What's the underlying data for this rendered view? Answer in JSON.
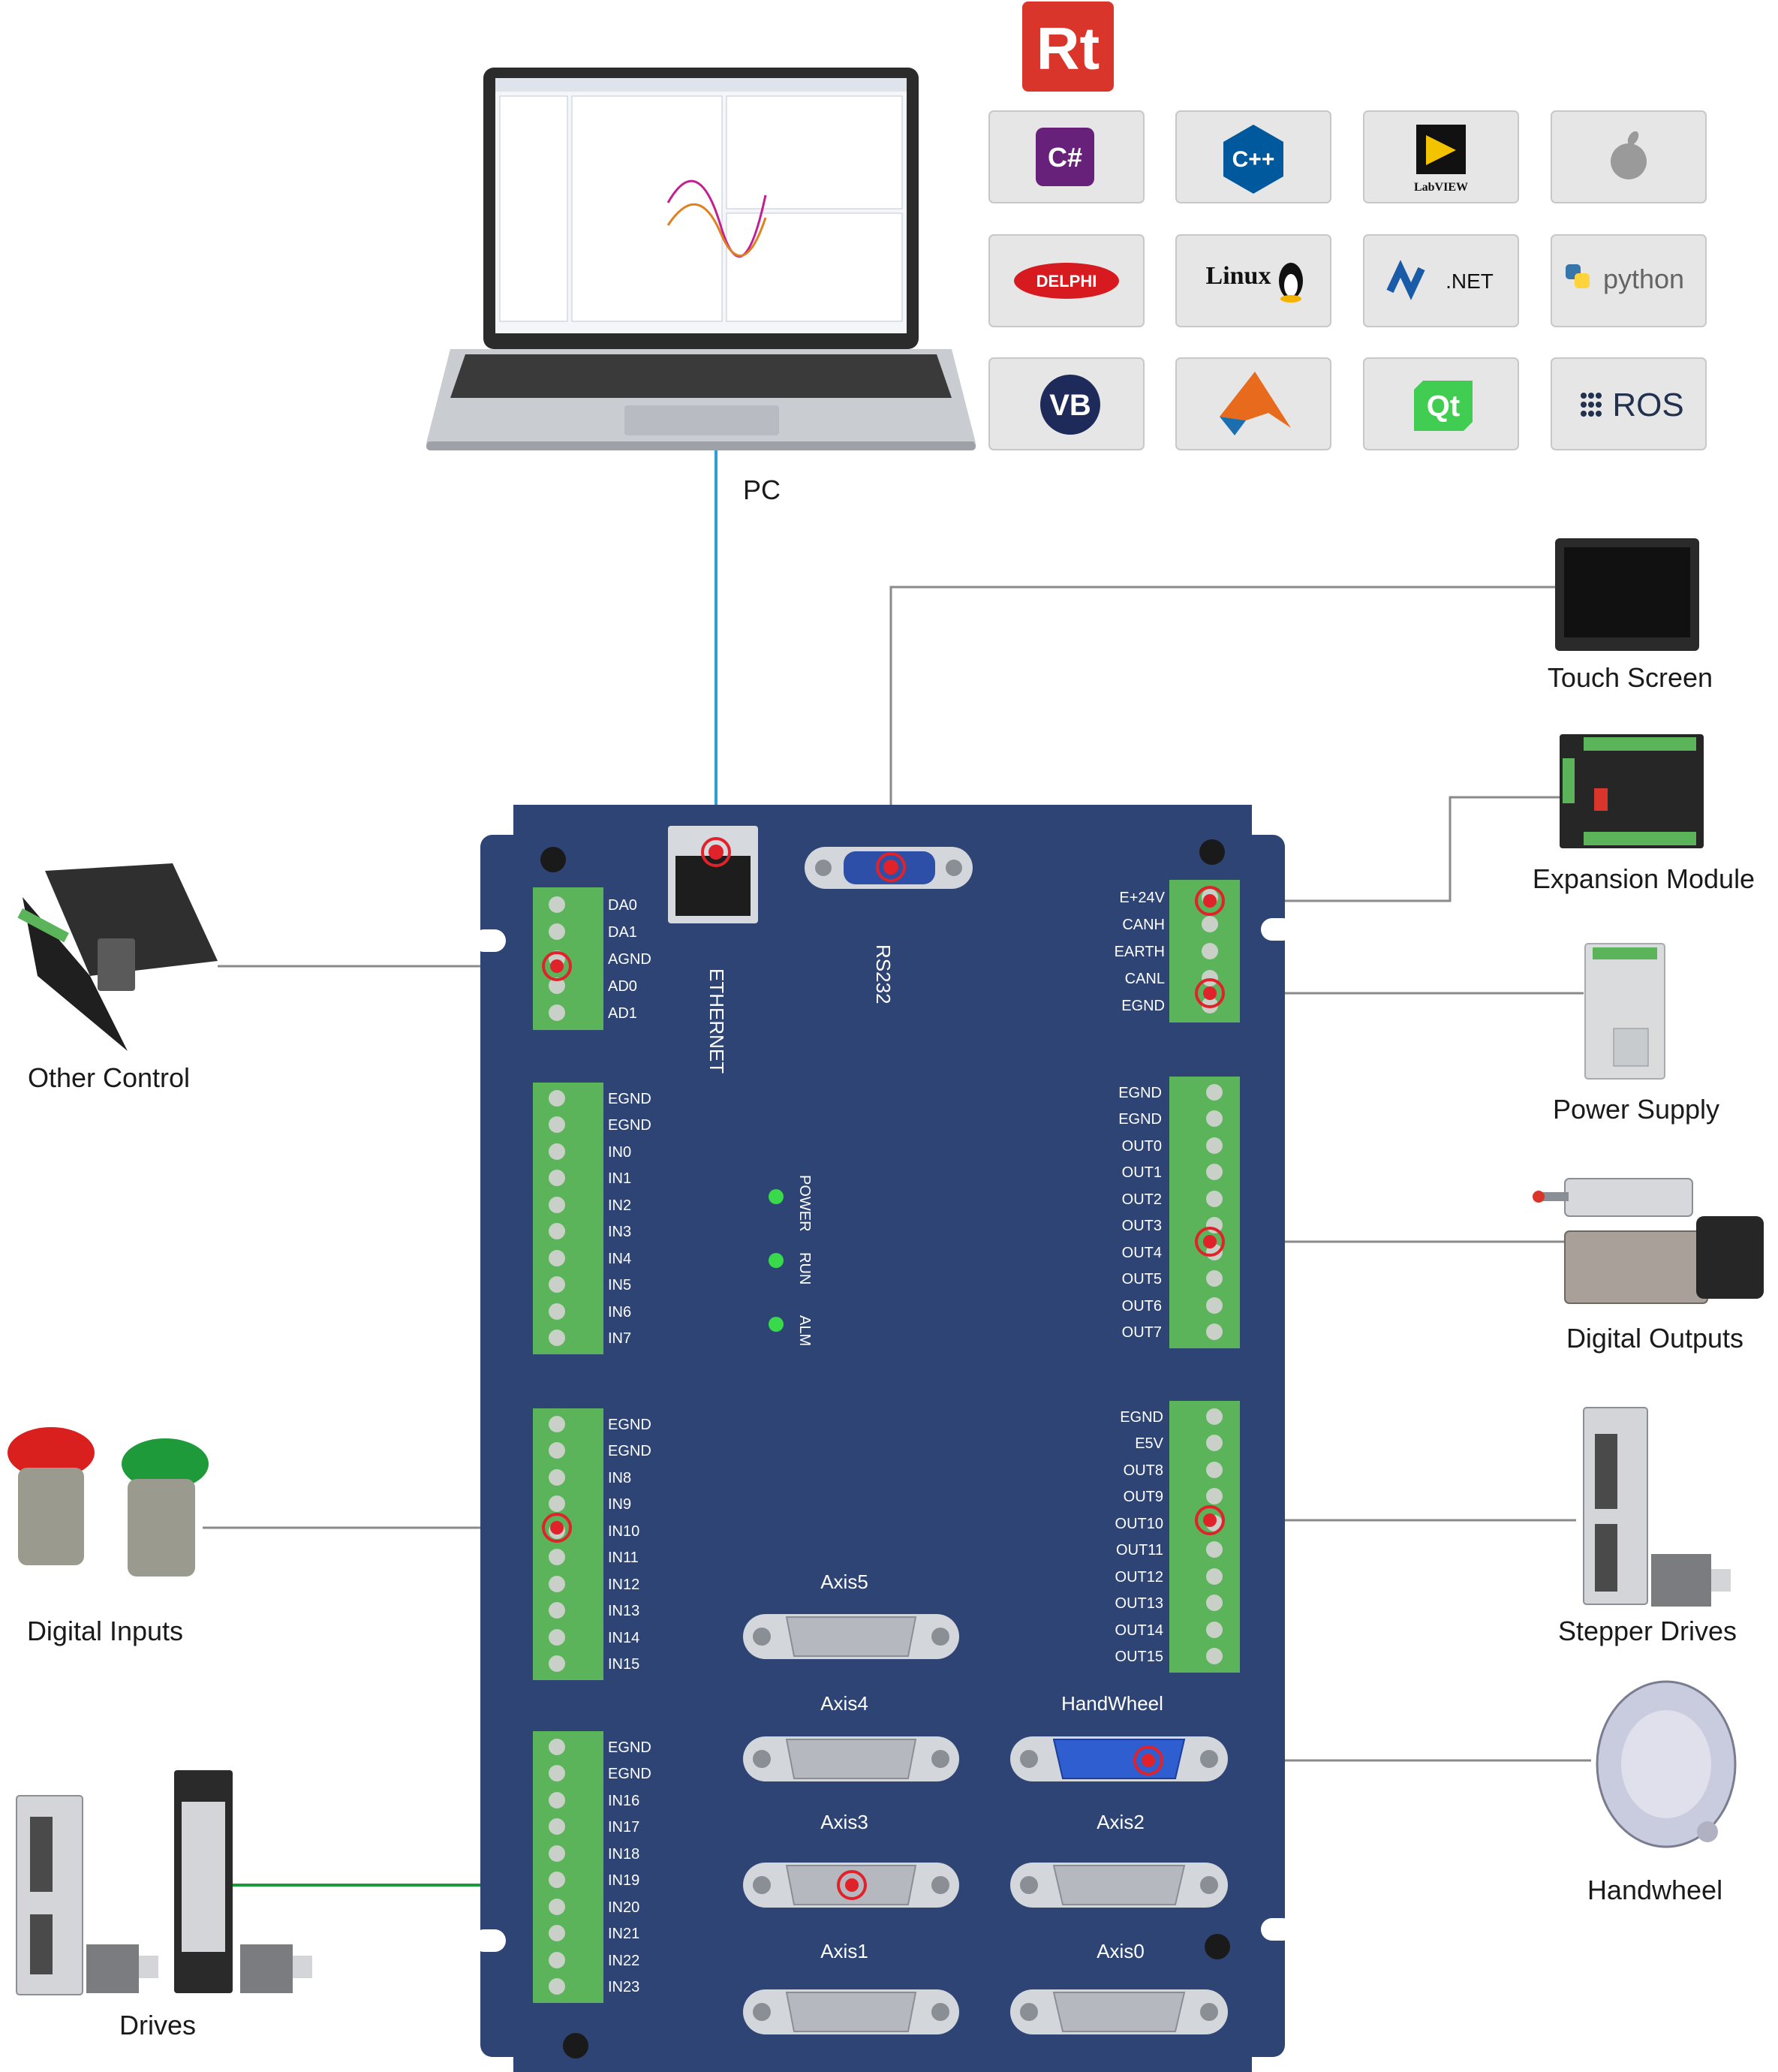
{
  "brand": {
    "logo_text": "Rt",
    "color": "#d9352a"
  },
  "pc": {
    "label": "PC"
  },
  "software_logos": [
    {
      "name": "csharp-logo",
      "text": "C#"
    },
    {
      "name": "cpp-logo",
      "text": "C++"
    },
    {
      "name": "labview-logo",
      "text": "LabVIEW"
    },
    {
      "name": "apple-logo",
      "text": ""
    },
    {
      "name": "delphi-logo",
      "text": "DELPHI"
    },
    {
      "name": "linux-logo",
      "text": "Linux"
    },
    {
      "name": "dotnet-logo",
      "text": ".NET"
    },
    {
      "name": "python-logo",
      "text": "python"
    },
    {
      "name": "vb-logo",
      "text": "VB"
    },
    {
      "name": "matlab-logo",
      "text": ""
    },
    {
      "name": "qt-logo",
      "text": "Qt"
    },
    {
      "name": "ros-logo",
      "text": "ROS"
    }
  ],
  "board": {
    "ethernet_label": "ETHERNET",
    "rs232_label": "RS232",
    "leds": [
      "POWER",
      "RUN",
      "ALM"
    ],
    "terminal_left_1": [
      "DA0",
      "DA1",
      "AGND",
      "AD0",
      "AD1"
    ],
    "terminal_left_2": [
      "EGND",
      "EGND",
      "IN0",
      "IN1",
      "IN2",
      "IN3",
      "IN4",
      "IN5",
      "IN6",
      "IN7"
    ],
    "terminal_left_3": [
      "EGND",
      "EGND",
      "IN8",
      "IN9",
      "IN10",
      "IN11",
      "IN12",
      "IN13",
      "IN14",
      "IN15"
    ],
    "terminal_left_4": [
      "EGND",
      "EGND",
      "IN16",
      "IN17",
      "IN18",
      "IN19",
      "IN20",
      "IN21",
      "IN22",
      "IN23"
    ],
    "terminal_right_1": [
      "E+24V",
      "CANH",
      "EARTH",
      "CANL",
      "EGND"
    ],
    "terminal_right_2": [
      "EGND",
      "EGND",
      "OUT0",
      "OUT1",
      "OUT2",
      "OUT3",
      "OUT4",
      "OUT5",
      "OUT6",
      "OUT7"
    ],
    "terminal_right_3": [
      "EGND",
      "E5V",
      "OUT8",
      "OUT9",
      "OUT10",
      "OUT11",
      "OUT12",
      "OUT13",
      "OUT14",
      "OUT15"
    ],
    "axes": {
      "axis5": "Axis5",
      "axis4": "Axis4",
      "handwheel": "HandWheel",
      "axis3": "Axis3",
      "axis2": "Axis2",
      "axis1": "Axis1",
      "axis0": "Axis0"
    },
    "colors": {
      "panel": "#2e4474",
      "terminal": "#5bb35a",
      "highlight": "#e0222a"
    }
  },
  "peripherals": {
    "touch_screen": "Touch Screen",
    "expansion_module": "Expansion Module",
    "power_supply": "Power Supply",
    "digital_outputs": "Digital Outputs",
    "stepper_drives": "Stepper Drives",
    "handwheel": "Handwheel",
    "other_control": "Other Control",
    "digital_inputs": "Digital Inputs",
    "drives": "Drives"
  }
}
